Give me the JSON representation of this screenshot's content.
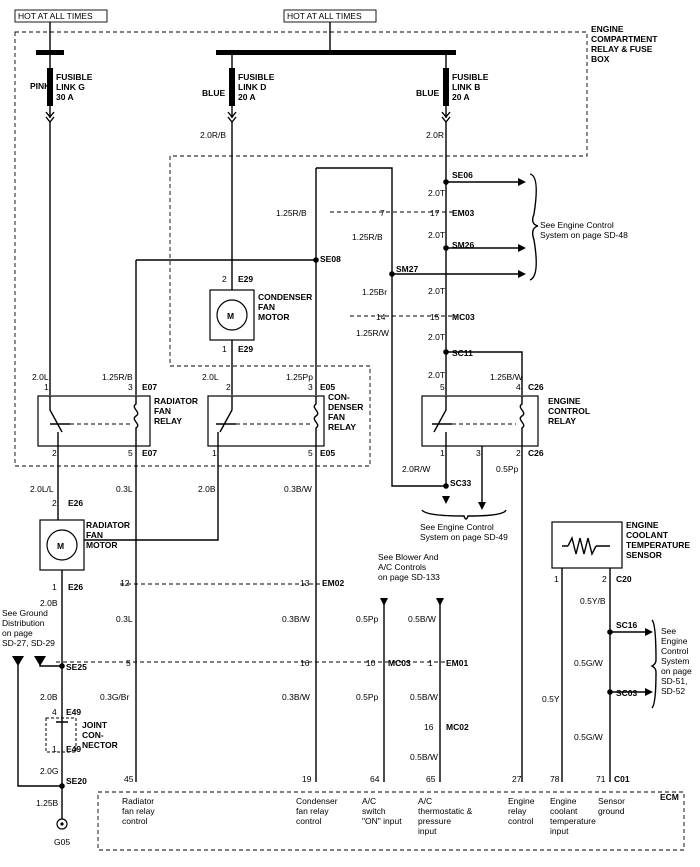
{
  "headers": {
    "hot1": "HOT AT ALL TIMES",
    "hot2": "HOT AT ALL TIMES"
  },
  "boxes": {
    "fuse_box": [
      "ENGINE",
      "COMPARTMENT",
      "RELAY & FUSE",
      "BOX"
    ],
    "ecm": "ECM"
  },
  "fuses": {
    "g": {
      "color": "PINK",
      "l1": "FUSIBLE",
      "l2": "LINK G",
      "l3": "30 A"
    },
    "d": {
      "color": "BLUE",
      "l1": "FUSIBLE",
      "l2": "LINK D",
      "l3": "20 A"
    },
    "b": {
      "color": "BLUE",
      "l1": "FUSIBLE",
      "l2": "LINK B",
      "l3": "20 A"
    }
  },
  "components": {
    "cond_motor": [
      "CONDENSER",
      "FAN",
      "MOTOR"
    ],
    "rad_motor": [
      "RADIATOR",
      "FAN",
      "MOTOR"
    ],
    "rad_relay": [
      "RADIATOR",
      "FAN",
      "RELAY"
    ],
    "cond_relay": [
      "CON-",
      "DENSER",
      "FAN",
      "RELAY"
    ],
    "eng_relay": [
      "ENGINE",
      "CONTROL",
      "RELAY"
    ],
    "sensor": [
      "ENGINE",
      "COOLANT",
      "TEMPERATURE",
      "SENSOR"
    ],
    "joint": [
      "JOINT",
      "CON-",
      "NECTOR"
    ]
  },
  "wires": {
    "w2_0rb": "2.0R/B",
    "w2_0r": "2.0R",
    "w1_25rb_a": "1.25R/B",
    "w1_25rb_b": "1.25R/B",
    "w2_0t_a": "2.0T",
    "w2_0t_b": "2.0T",
    "w2_0t_c": "2.0T",
    "w2_0t_d": "2.0T",
    "w2_0t_e": "2.0T",
    "w1_25br": "1.25Br",
    "w1_25rw": "1.25R/W",
    "w2_0l_a": "2.0L",
    "w1_25rb_c": "1.25R/B",
    "w2_0l_b": "2.0L",
    "w1_25pp": "1.25Pp",
    "w1_25bw": "1.25B/W",
    "w2_0rw": "2.0R/W",
    "w0_5pp_a": "0.5Pp",
    "w2_0ll": "2.0L/L",
    "w0_3l_a": "0.3L",
    "w2_0b_a": "2.0B",
    "w0_3bw_a": "0.3B/W",
    "w2_0b_b": "2.0B",
    "w0_3l_b": "0.3L",
    "w0_3bw_b": "0.3B/W",
    "w0_5pp_b": "0.5Pp",
    "w0_5bw_a": "0.5B/W",
    "w2_0b_c": "2.0B",
    "w0_3g_br": "0.3G/Br",
    "w0_3bw_c": "0.3B/W",
    "w0_5pp_c": "0.5Pp",
    "w0_5bw_b": "0.5B/W",
    "w0_5bw_c": "0.5B/W",
    "w2_0g": "2.0G",
    "w1_25b": "1.25B",
    "w0_5yb": "0.5Y/B",
    "w0_5gw_a": "0.5G/W",
    "w0_5y": "0.5Y",
    "w0_5gw_b": "0.5G/W"
  },
  "connectors": {
    "se08a": "SE08",
    "em03a": "EM03",
    "sm26": "SM26",
    "sm27": "SM27",
    "mc03a": "MC03",
    "sc11": "SC11",
    "se06": "SE06",
    "e29a": "E29",
    "e29b": "E29",
    "e07a": "E07",
    "e07b": "E07",
    "e05a": "E05",
    "e05b": "E05",
    "c26a": "C26",
    "c26b": "C26",
    "sc33": "SC33",
    "e26a": "E26",
    "e26b": "E26",
    "em02": "EM02",
    "mc03b": "MC03",
    "em01": "EM01",
    "se25": "SE25",
    "e49a": "E49",
    "e49b": "E49",
    "mc02": "MC02",
    "se20": "SE20",
    "c20": "C20",
    "sc16": "SC16",
    "sc03": "SC03",
    "c01": "C01",
    "g05": "G05"
  },
  "pins": {
    "p7": "7",
    "p17": "17",
    "p2a": "2",
    "p1a": "1",
    "p14": "14",
    "p15": "15",
    "p1b": "1",
    "p3a": "3",
    "p2b": "2",
    "p3b": "3",
    "p5a": "5",
    "p4a": "4",
    "p2c": "2",
    "p5b": "5",
    "p1c": "1",
    "p5c": "5",
    "p1d": "1",
    "p3c": "3",
    "p2d": "2",
    "p2e": "2",
    "p1e": "1",
    "p12": "12",
    "p13": "13",
    "p5d": "5",
    "p16": "16",
    "p10": "10",
    "p1f": "1",
    "p16b": "16",
    "p4b": "4",
    "p1g": "1",
    "p1h": "1",
    "p2f": "2",
    "p45": "45",
    "p19": "19",
    "p64": "64",
    "p65": "65",
    "p27": "27",
    "p78": "78",
    "p71": "71"
  },
  "notes": {
    "n1": [
      "See Engine Control",
      "System on page SD-48"
    ],
    "n2": [
      "See Engine Control",
      "System on page SD-49"
    ],
    "n3": [
      "See Blower And",
      "A/C Controls",
      "on page SD-133"
    ],
    "n4": [
      "See Ground",
      "Distribution",
      "on page",
      "SD-27, SD-29"
    ],
    "n5": [
      "See",
      "Engine",
      "Control",
      "System",
      "on page",
      "SD-51,",
      "SD-52"
    ]
  },
  "ecm_pins": [
    [
      "Radiator",
      "fan relay",
      "control"
    ],
    [
      "Condenser",
      "fan relay",
      "control"
    ],
    [
      "A/C",
      "switch",
      "\"ON\" input"
    ],
    [
      "A/C",
      "thermostatic &",
      "pressure",
      "input"
    ],
    [
      "Engine",
      "relay",
      "control"
    ],
    [
      "Engine",
      "coolant",
      "temperature",
      "input"
    ],
    [
      "Sensor",
      "ground"
    ]
  ],
  "motor_symbol": "M"
}
